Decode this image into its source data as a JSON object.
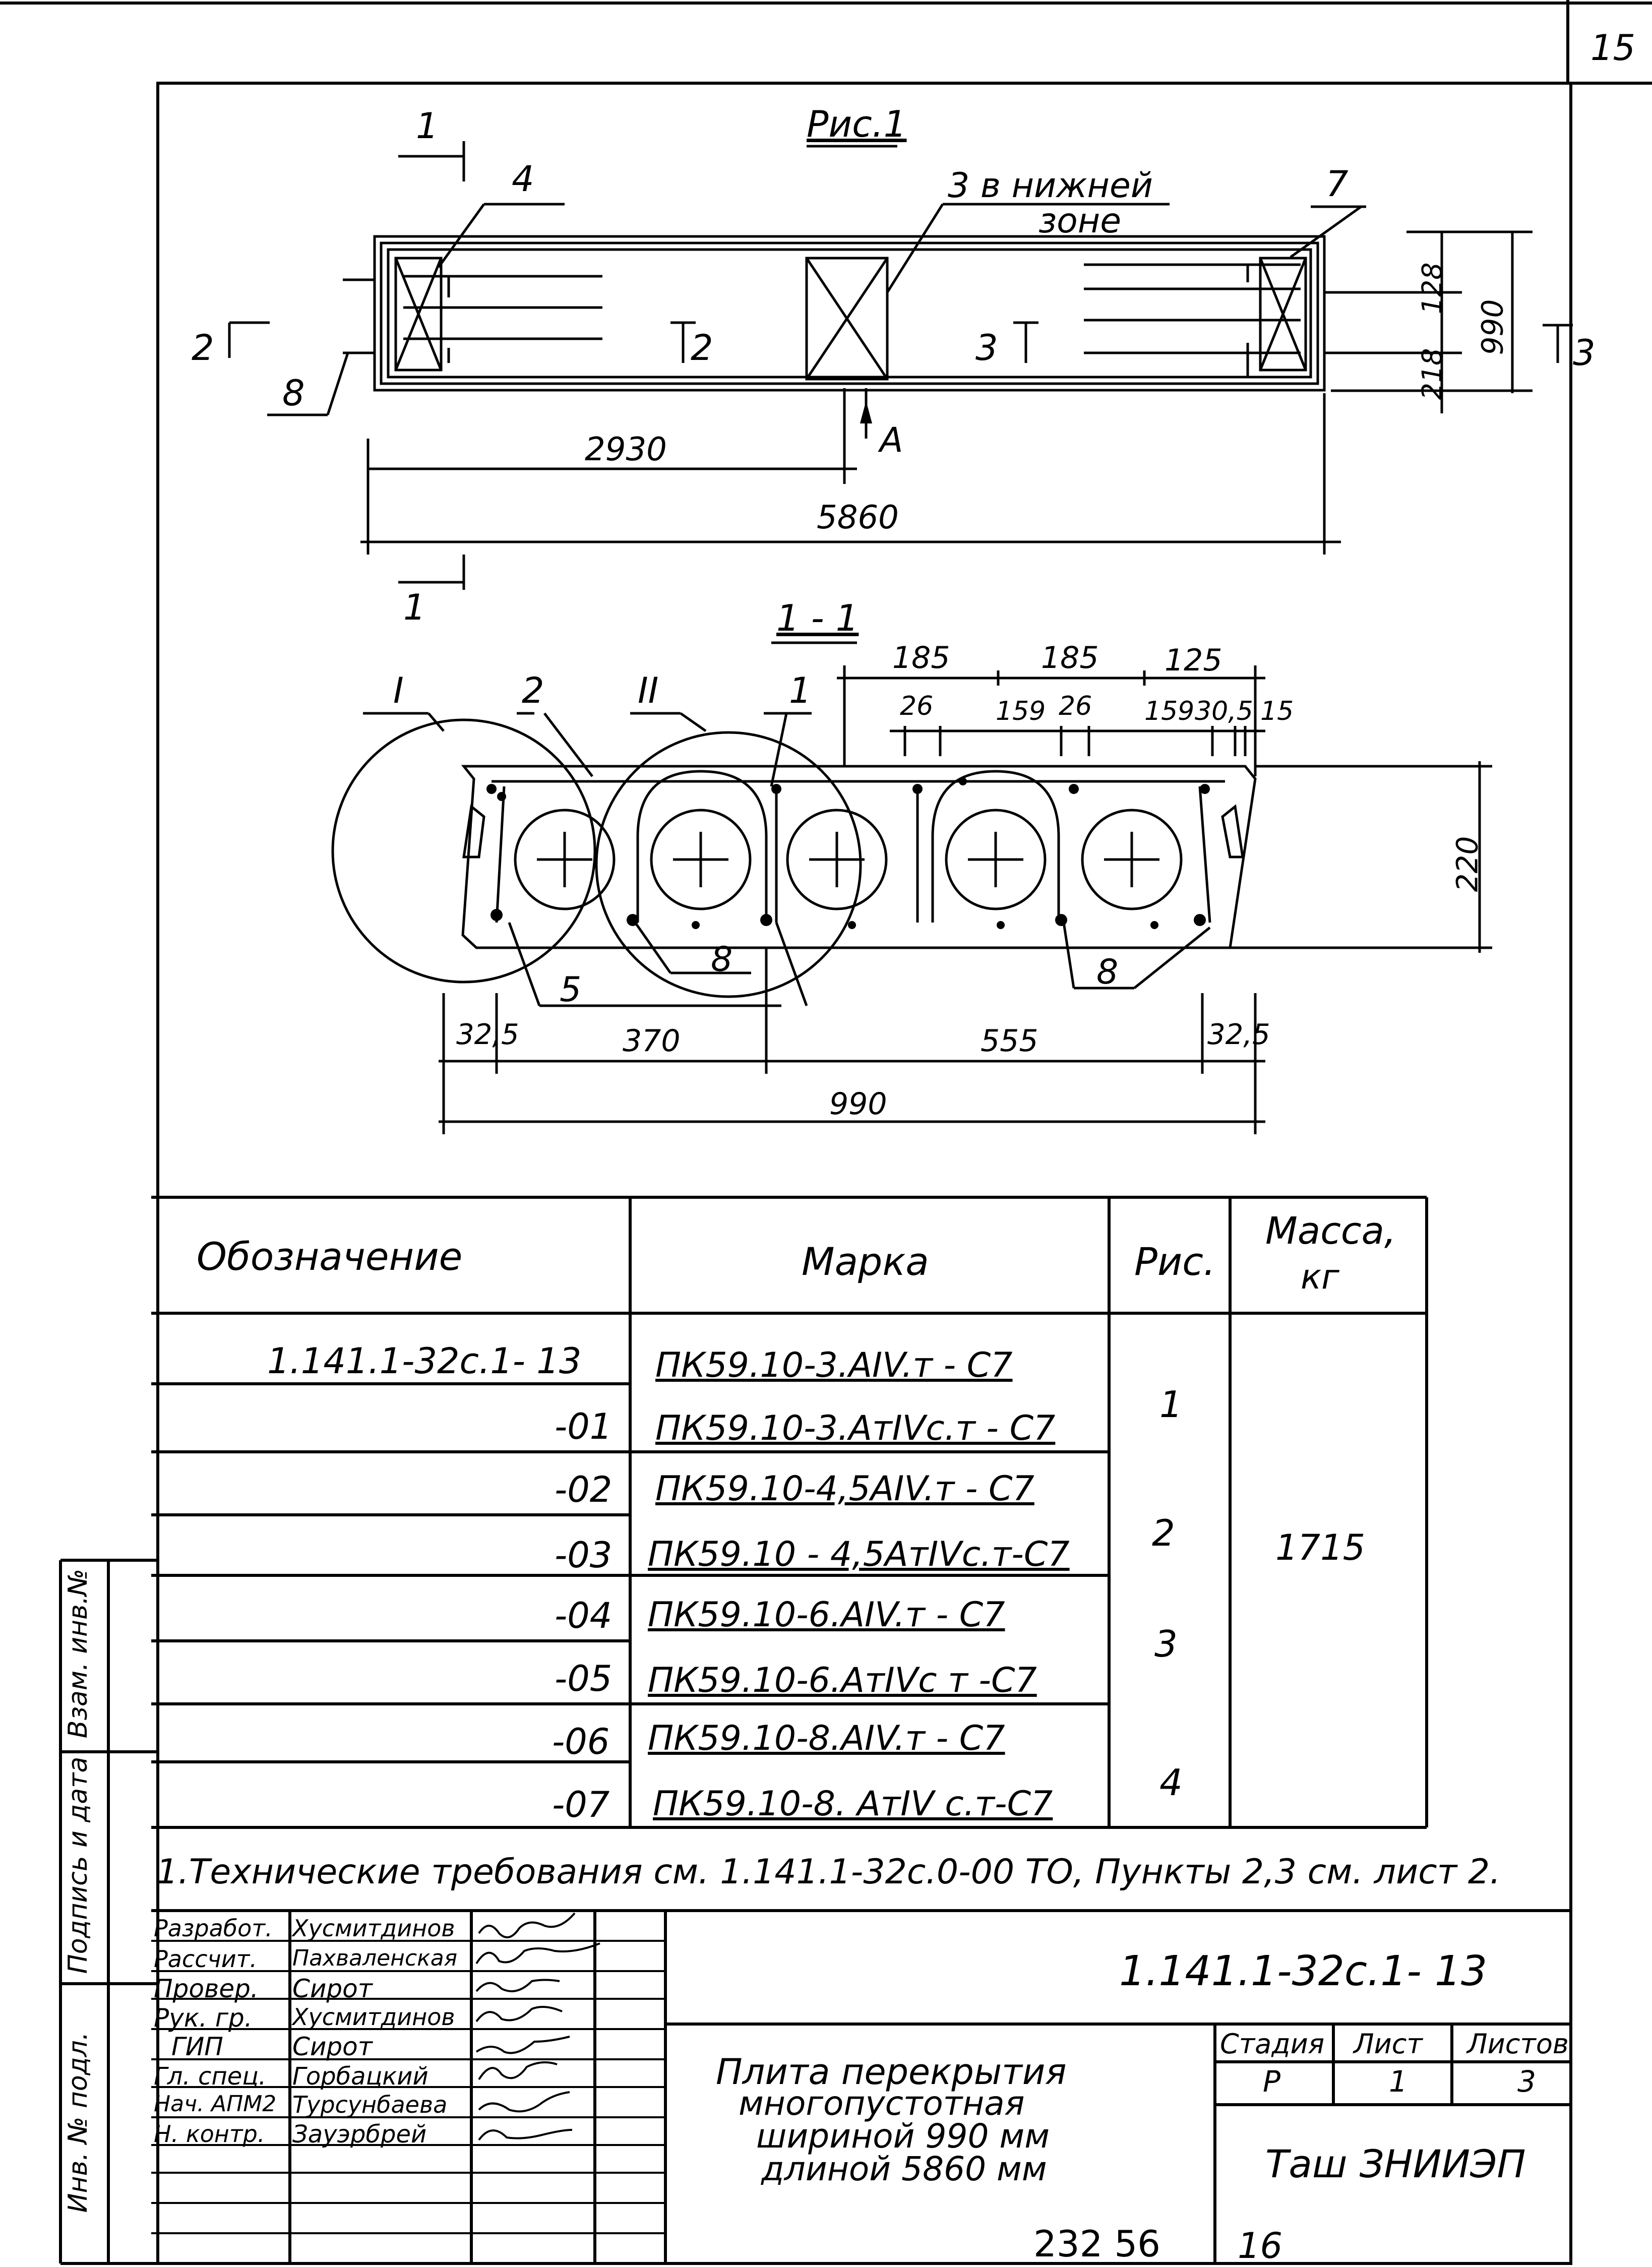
{
  "sheet_number": "15",
  "drawing": {
    "fig_title": "Рис.1",
    "callouts": [
      "4",
      "3 в нижней",
      "зоне",
      "7",
      "8",
      "1",
      "2",
      "I",
      "II",
      "5"
    ],
    "section_marks": {
      "s1": "1",
      "s2": "2",
      "s3": "3",
      "a": "А"
    },
    "section_title": "1 - 1",
    "dims_plan": [
      "2930",
      "5860",
      "128",
      "218",
      "990"
    ],
    "dims_section_top": [
      "185",
      "185",
      "125",
      "26",
      "159",
      "26",
      "159",
      "30,5",
      "15"
    ],
    "dims_section_bottom": [
      "32,5",
      "370",
      "555",
      "32,5",
      "990"
    ],
    "dim_height": "220"
  },
  "table": {
    "headers": {
      "designation": "Обозначение",
      "mark": "Марка",
      "fig": "Рис.",
      "mass": "Масса,",
      "mass_unit": "кг"
    },
    "rows": [
      {
        "designation": "1.141.1-32с.1- 13",
        "mark": "ПК59.10-3.АIV.т - С7"
      },
      {
        "designation": "-01",
        "mark": "ПК59.10-3.АтIVс.т - С7"
      },
      {
        "designation": "-02",
        "mark": "ПК59.10-4,5АIV.т - С7"
      },
      {
        "designation": "-03",
        "mark": "ПК59.10 - 4,5АтIVс.т-С7"
      },
      {
        "designation": "-04",
        "mark": "ПК59.10-6.АIV.т - С7"
      },
      {
        "designation": "-05",
        "mark": "ПК59.10-6.АтIVс т -С7"
      },
      {
        "designation": "-06",
        "mark": "ПК59.10-8.АIV.т - С7"
      },
      {
        "designation": "-07",
        "mark": "ПК59.10-8. АтIV с.т-С7"
      }
    ],
    "figs": [
      "1",
      "2",
      "3",
      "4"
    ],
    "mass": "1715"
  },
  "note": "1.Технические требования см. 1.141.1-32с.0-00 ТО, Пункты 2,3 см. лист 2.",
  "side_labels": {
    "a": "Взам. инв.№",
    "b": "Подпись и дата",
    "c": "Инв. № подл."
  },
  "title_block": {
    "doc_code": "1.141.1-32с.1- 13",
    "roles": [
      {
        "role": "Разработ.",
        "name": "Хусмитдинов"
      },
      {
        "role": "Рассчит.",
        "name": "Пахваленская"
      },
      {
        "role": "Провер.",
        "name": "Сирот"
      },
      {
        "role": "Рук. гр.",
        "name": "Хусмитдинов"
      },
      {
        "role": "ГИП",
        "name": "Сирот"
      },
      {
        "role": "Гл. спец.",
        "name": "Горбацкий"
      },
      {
        "role": "Нач. АПМ2",
        "name": "Турсунбаева"
      },
      {
        "role": "Н. контр.",
        "name": "Зауэрбрей"
      }
    ],
    "name_lines": [
      "Плита перекрытия",
      "многопустотная",
      "шириной 990 мм",
      "длиной 5860 мм"
    ],
    "stage_label": "Стадия",
    "sheet_label": "Лист",
    "sheets_label": "Листов",
    "stage": "Р",
    "sheet": "1",
    "sheets": "3",
    "org": "Таш ЗНИИЭП"
  },
  "footer": {
    "archive_no": "232 56",
    "page": "16"
  }
}
